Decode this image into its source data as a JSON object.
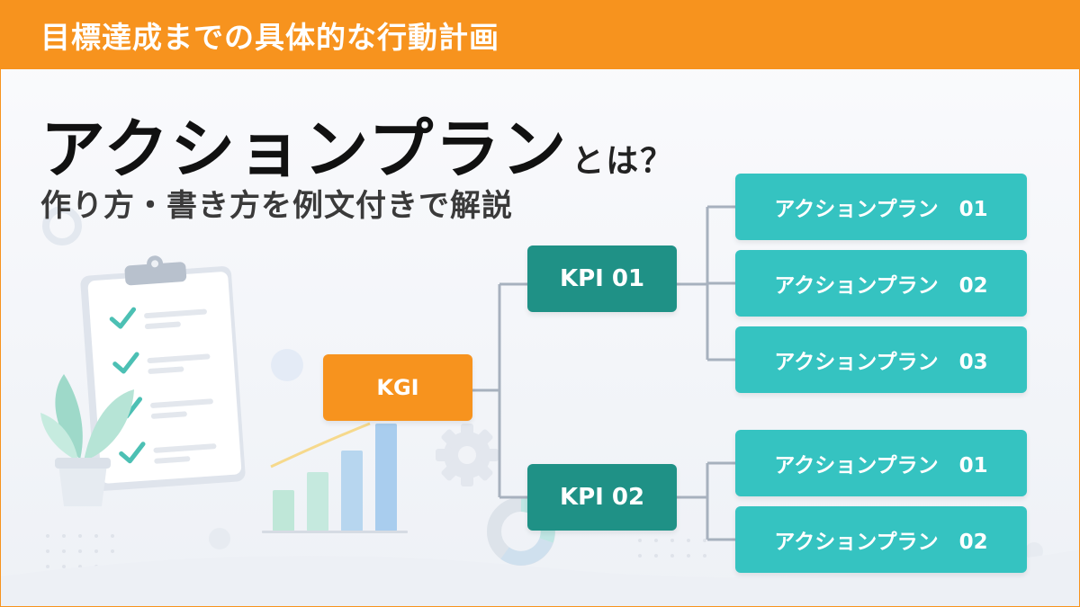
{
  "header": {
    "tagline": "目標達成までの具体的な行動計画"
  },
  "title": {
    "main": "アクションプラン",
    "suffix": "とは？"
  },
  "subtitle": "作り方・書き方を例文付きで解説",
  "tree": {
    "root": "KGI",
    "kpis": [
      {
        "label": "KPI 01",
        "actions": [
          "アクションプラン　01",
          "アクションプラン　02",
          "アクションプラン　03"
        ]
      },
      {
        "label": "KPI 02",
        "actions": [
          "アクションプラン　01",
          "アクションプラン　02"
        ]
      }
    ]
  },
  "colors": {
    "accent": "#f7931e",
    "kpi": "#1f9186",
    "action": "#35c3c1",
    "connector": "#a7b1be"
  },
  "illustration": {
    "icons": [
      "clipboard-checklist-icon",
      "plant-icon",
      "bar-chart-icon",
      "gear-icon",
      "donut-chart-icon"
    ]
  }
}
